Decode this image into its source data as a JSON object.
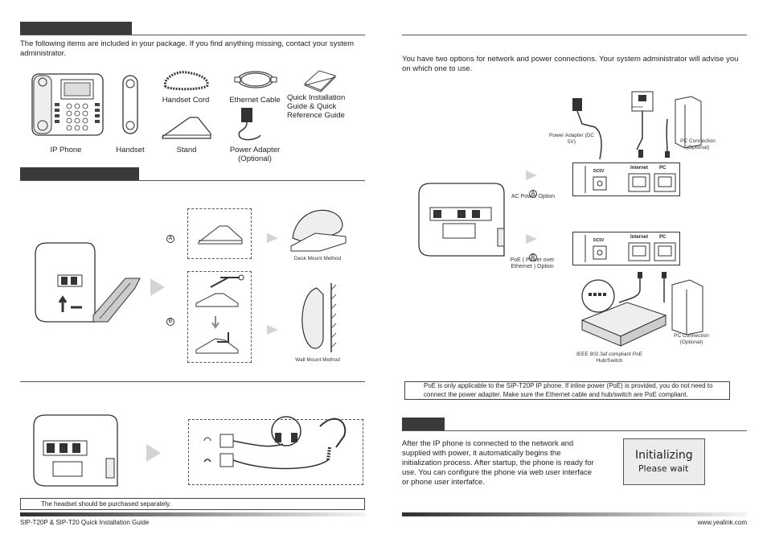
{
  "left": {
    "package": {
      "intro": "The following items are included in your package. If you find anything missing, contact your system administrator.",
      "items": {
        "ip_phone": "IP Phone",
        "handset": "Handset",
        "handset_cord": "Handset Cord",
        "ethernet_cable": "Ethernet Cable",
        "quick_guide": "Quick Installation Guide & Quick Reference Guide",
        "stand": "Stand",
        "power_adapter": "Power Adapter (Optional)"
      }
    },
    "stand": {
      "marker_a": "A",
      "marker_b": "B",
      "desk_mount": "Desk Mount Method",
      "wall_mount": "Wall Mount Method"
    },
    "headset": {
      "note": "The headset should be purchased separately."
    },
    "footer": "SIP-T20P & SIP-T20 Quick Installation Guide"
  },
  "right": {
    "network": {
      "intro": "You have two options for network and power connections. Your system administrator will advise you on which one to use.",
      "power_adapter_label": "Power Adapter (DC 5V)",
      "pc_connection_top": "PC Connection (Optional)",
      "marker_a": "A",
      "marker_b": "B",
      "ac_power_option": "AC Power Option",
      "poe_option": "PoE ( Power over Ethernet ) Option",
      "port_dc5v": "DC5V",
      "port_internet": "Internet",
      "port_pc": "PC",
      "wall_jack": "Internet",
      "hub_label": "IEEE 802.3af compliant PoE Hub/Switch",
      "pc_connection_bottom": "PC Connection (Optional)",
      "note": "PoE is only applicable to the SIP-T20P IP phone. If inline power (PoE) is provided, you do not need to connect the power adapter. Make sure the Ethernet cable and hub/switch are PoE compliant."
    },
    "startup": {
      "text": "After the IP phone is connected to the network and supplied with power, it automatically begins the initialization process. After startup, the phone is ready for use. You can configure the phone via web user interface or phone user interfafce.",
      "lcd_title": "Initializing",
      "lcd_sub": "Please wait"
    },
    "footer": "www.yealink.com"
  }
}
